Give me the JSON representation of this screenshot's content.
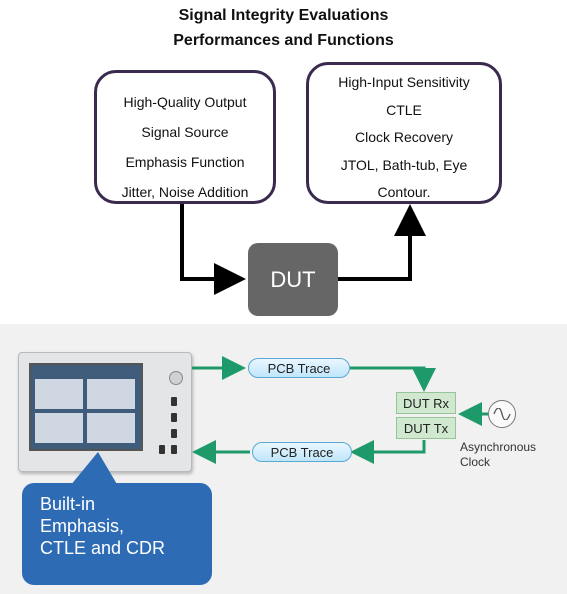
{
  "title": {
    "line1": "Signal Integrity Evaluations",
    "line2": "Performances and Functions"
  },
  "tx_box": {
    "lines": [
      "High-Quality Output",
      "Signal Source",
      "Emphasis Function",
      "Jitter, Noise Addition"
    ]
  },
  "rx_box": {
    "lines": [
      "High-Input Sensitivity",
      "CTLE",
      "Clock Recovery",
      "JTOL, Bath-tub, Eye",
      "Contour."
    ]
  },
  "dut_label": "DUT",
  "setup": {
    "pcb_top": "PCB Trace",
    "pcb_bottom": "PCB Trace",
    "dut_rx": "DUT Rx",
    "dut_tx": "DUT Tx",
    "clock_label_line1": "Asynchronous",
    "clock_label_line2": "Clock"
  },
  "callout": {
    "lines": [
      "Built-in",
      "Emphasis,",
      "CTLE and CDR"
    ]
  },
  "colors": {
    "box_border": "#3a2a4e",
    "dut_fill": "#666666",
    "trace_arrow": "#1e9a6a",
    "callout_fill": "#2d6bb5"
  }
}
